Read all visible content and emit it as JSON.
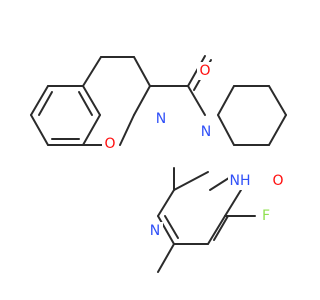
{
  "molecule": {
    "atoms": {
      "carbonyl_o": "O",
      "ring_o": "O",
      "pip_n_top": "N",
      "pip_n_bottom": "N",
      "pyr_nh": "NH",
      "pyr_n": "N",
      "hydroxyl_o": "O",
      "fluorine": "F"
    },
    "colors": {
      "oxygen": "#ff0d0d",
      "nitrogen": "#3050f8",
      "fluorine": "#90e050",
      "bond": "#2b2b2b"
    }
  }
}
